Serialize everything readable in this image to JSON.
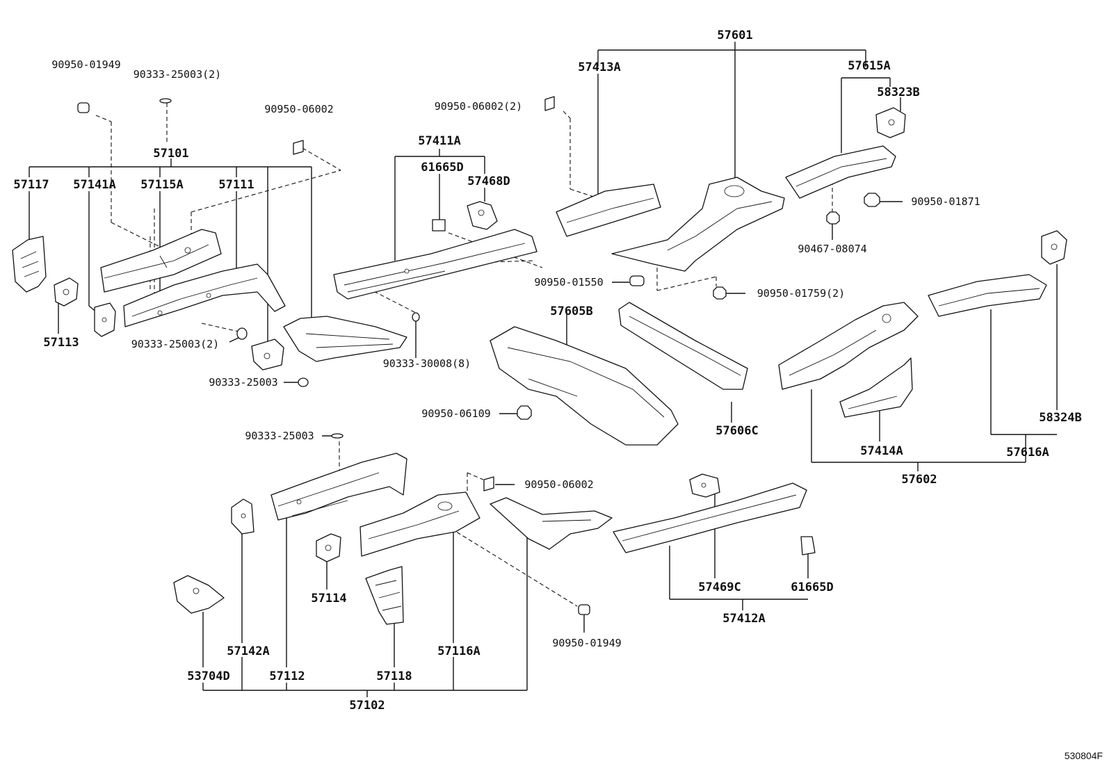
{
  "diagram": {
    "reference_code": "530804F",
    "parts": {
      "p57601": "57601",
      "p57413A": "57413A",
      "p57615A": "57615A",
      "p58323B": "58323B",
      "p90950_01949_top": "90950-01949",
      "p90333_25003_2_top": "90333-25003(2)",
      "p90950_06002_left": "90950-06002",
      "p90950_06002_2": "90950-06002(2)",
      "p57411A": "57411A",
      "p61665D_top": "61665D",
      "p57468D": "57468D",
      "p57101": "57101",
      "p57117": "57117",
      "p57141A": "57141A",
      "p57115A": "57115A",
      "p57111": "57111",
      "p57113": "57113",
      "p90333_25003_2_mid": "90333-25003(2)",
      "p90333_25003_mid": "90333-25003",
      "p90333_30008_8": "90333-30008(8)",
      "p90950_01871": "90950-01871",
      "p90467_08074": "90467-08074",
      "p90950_01550": "90950-01550",
      "p90950_01759_2": "90950-01759(2)",
      "p57605B": "57605B",
      "p90950_06109": "90950-06109",
      "p57606C": "57606C",
      "p58324B": "58324B",
      "p57414A": "57414A",
      "p57616A": "57616A",
      "p57602": "57602",
      "p90333_25003_low": "90333-25003",
      "p90950_06002_low": "90950-06002",
      "p57114": "57114",
      "p57469C": "57469C",
      "p61665D_low": "61665D",
      "p57412A": "57412A",
      "p90950_01949_low": "90950-01949",
      "p57142A": "57142A",
      "p57116A": "57116A",
      "p53704D": "53704D",
      "p57112": "57112",
      "p57118": "57118",
      "p57102": "57102"
    }
  }
}
